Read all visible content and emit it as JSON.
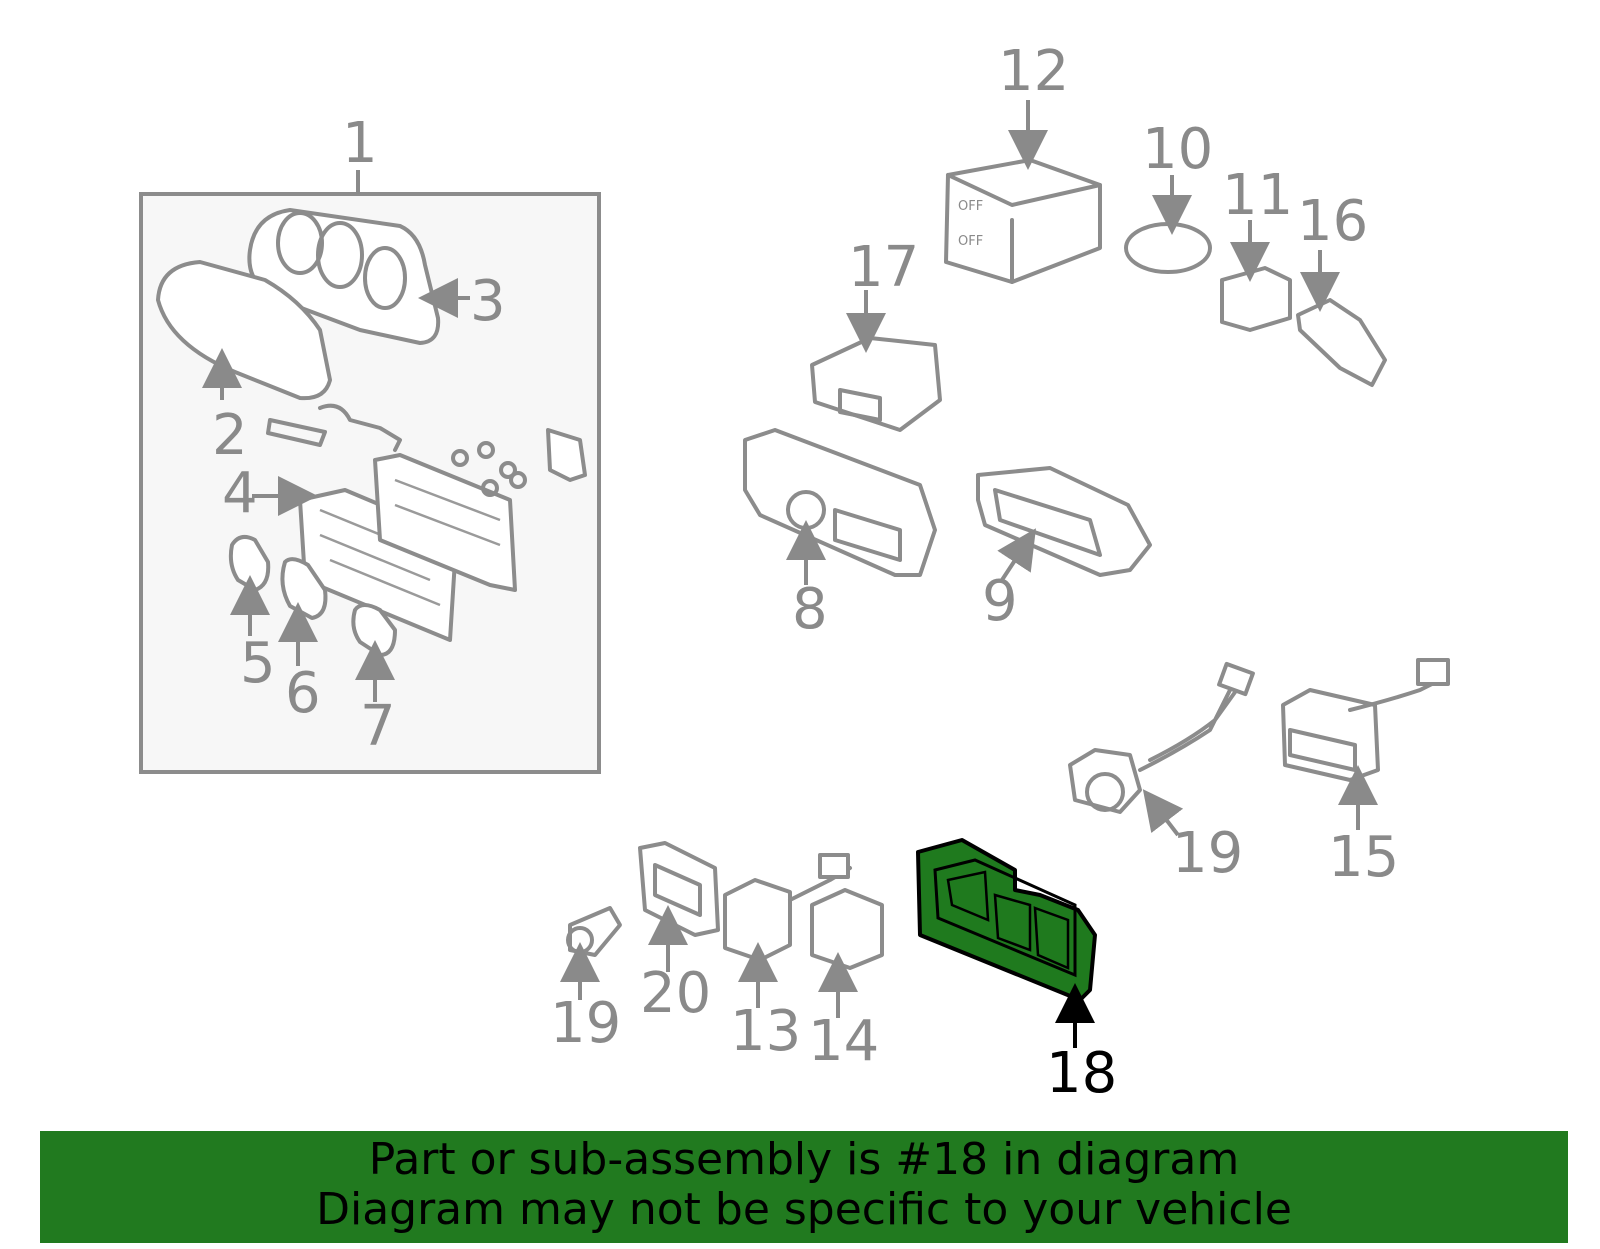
{
  "diagram": {
    "highlight_color": "#1f7a1e",
    "callouts": {
      "c1": "1",
      "c2": "2",
      "c3": "3",
      "c4": "4",
      "c5": "5",
      "c6": "6",
      "c7": "7",
      "c8": "8",
      "c9": "9",
      "c10": "10",
      "c11": "11",
      "c12": "12",
      "c13": "13",
      "c14": "14",
      "c15": "15",
      "c16": "16",
      "c17": "17",
      "c18": "18",
      "c19a": "19",
      "c19b": "19",
      "c20": "20"
    },
    "part_labels": {
      "off_top": "OFF",
      "off_bottom": "OFF"
    }
  },
  "banner": {
    "color": "#217a1f",
    "line1": "Part or sub-assembly is #18 in diagram",
    "line2": "Diagram may not be specific to your vehicle"
  }
}
